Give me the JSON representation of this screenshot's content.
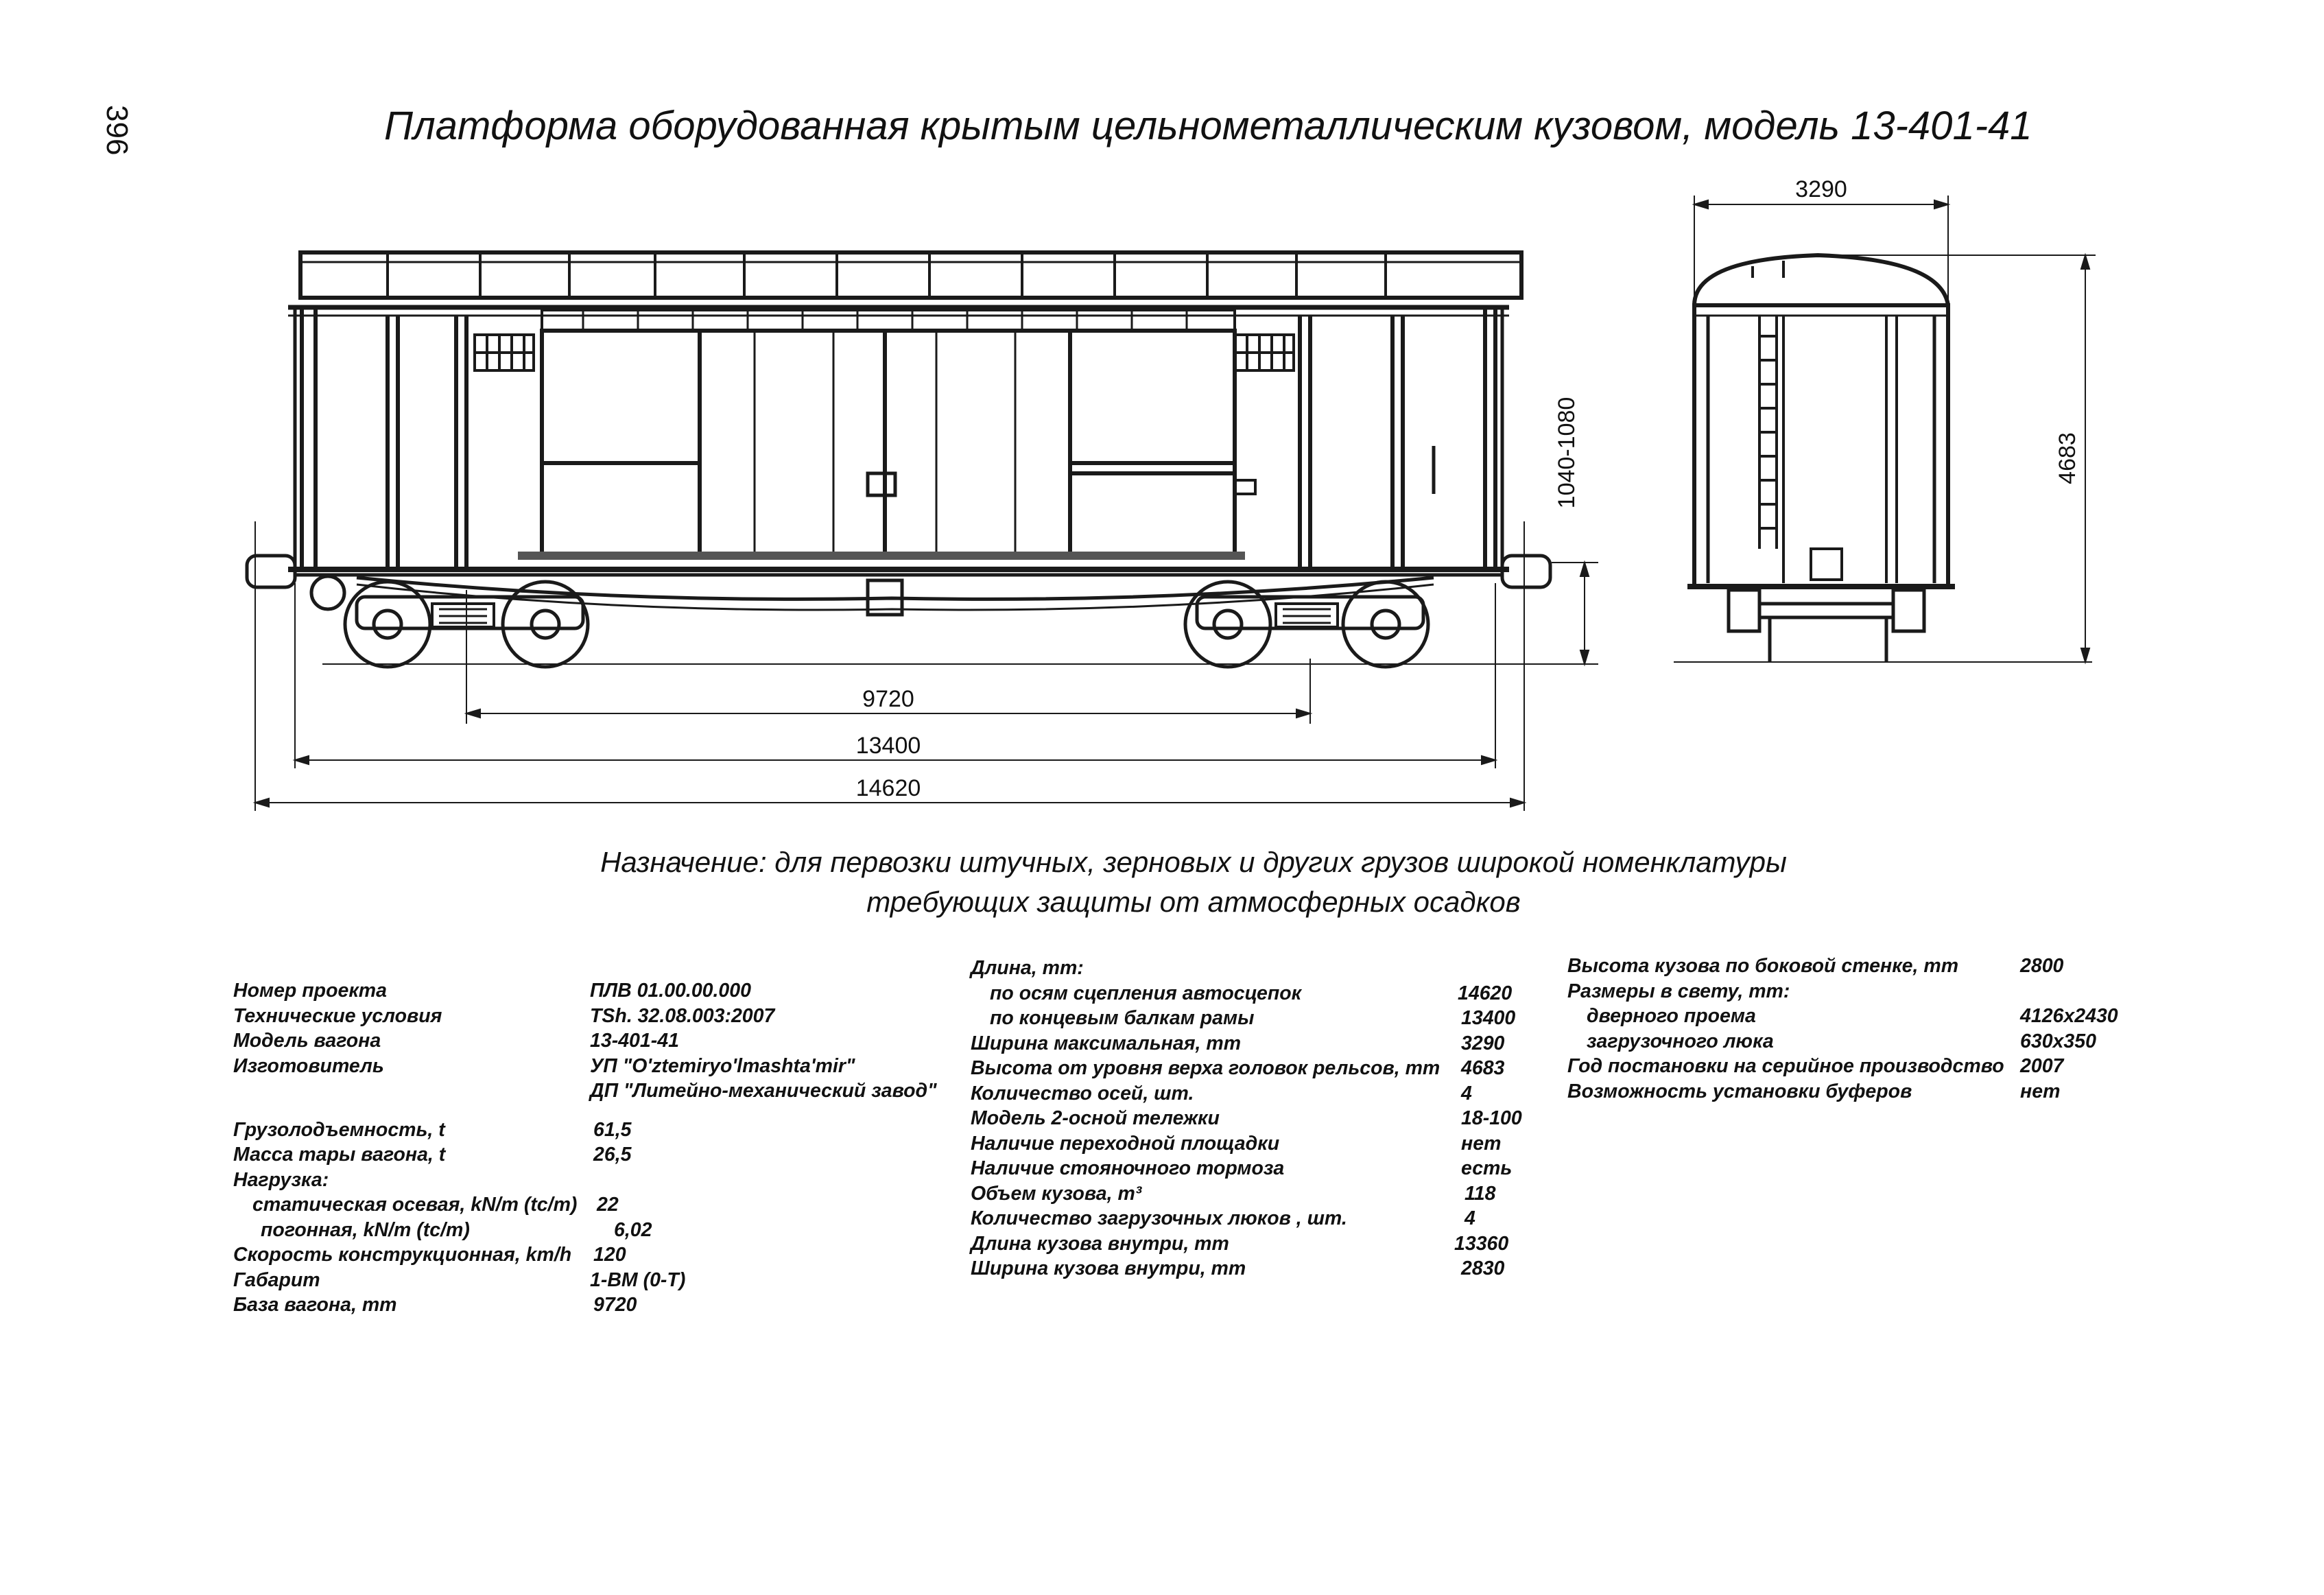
{
  "page_number": "396",
  "title": "Платформа оборудованная крытым цельнометаллическим кузовом, модель 13-401-41",
  "drawing": {
    "dim_base": "9720",
    "dim_frame": "13400",
    "dim_coupler": "14620",
    "dim_coupler_height": "1040-1080",
    "dim_width": "3290",
    "dim_height": "4683"
  },
  "purpose": {
    "line1": "Назначение: для первозки штучных, зерновых и других грузов широкой номенклатуры",
    "line2": "требующих защиты от атмосферных осадков"
  },
  "specs": {
    "col1": [
      {
        "label": "Номер проекта",
        "value": "ПЛВ 01.00.00.000"
      },
      {
        "label": "Технические условия",
        "value": "TSh. 32.08.003:2007"
      },
      {
        "label": "Модель вагона",
        "value": "13-401-41"
      },
      {
        "label": "Изготовитель",
        "value": "УП \"O'ztemiryo'lmashta'mir\""
      },
      {
        "label": "",
        "value": "ДП \"Литейно-механический завод\""
      },
      {
        "label": "Грузолодъемность, t",
        "value": "61,5"
      },
      {
        "label": "Масса тары вагона, t",
        "value": "26,5"
      },
      {
        "label": "Нагрузка:",
        "value": ""
      },
      {
        "label": "статическая осевая, kN/m (tc/m)",
        "value": "22"
      },
      {
        "label": "погонная, kN/m (tc/m)",
        "value": "6,02"
      },
      {
        "label": "Скорость конструкционная, km/h",
        "value": "120"
      },
      {
        "label": "Габарит",
        "value": "1-ВМ (0-Т)"
      },
      {
        "label": "База вагона, mm",
        "value": "9720"
      }
    ],
    "col2": [
      {
        "label": "Длина, mm:",
        "value": ""
      },
      {
        "label": "по осям сцепления автосцепок",
        "value": "14620"
      },
      {
        "label": "по концевым балкам рамы",
        "value": "13400"
      },
      {
        "label": "Ширина максимальная, mm",
        "value": "3290"
      },
      {
        "label": "Высота от уровня верха головок рельсов, mm",
        "value": "4683"
      },
      {
        "label": "Количество осей, шт.",
        "value": "4"
      },
      {
        "label": "Модель 2-осной тележки",
        "value": "18-100"
      },
      {
        "label": "Наличие переходной площадки",
        "value": "нет"
      },
      {
        "label": "Наличие стояночного тормоза",
        "value": "есть"
      },
      {
        "label": "Объем кузова, m³",
        "value": "118"
      },
      {
        "label": "Количество загрузочных люков , шт.",
        "value": "4"
      },
      {
        "label": "Длина кузова внутри, mm",
        "value": "13360"
      },
      {
        "label": "Ширина кузова внутри, mm",
        "value": "2830"
      }
    ],
    "col3": [
      {
        "label": "Высота кузова по боковой стенке, mm",
        "value": "2800"
      },
      {
        "label": "Размеры в свету, mm:",
        "value": ""
      },
      {
        "label": "дверного проема",
        "value": "4126x2430"
      },
      {
        "label": "загрузочного люка",
        "value": "630x350"
      },
      {
        "label": "Год постановки на серийное производство",
        "value": "2007"
      },
      {
        "label": "Возможность установки буферов",
        "value": "нет"
      }
    ]
  }
}
